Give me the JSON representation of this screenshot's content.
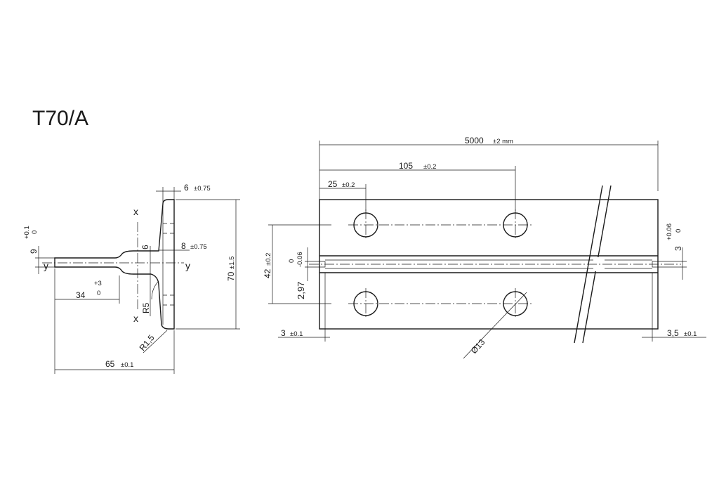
{
  "title": "T70/A",
  "profile": {
    "axis_x_top": "x",
    "axis_x_bottom": "x",
    "axis_y_left": "y",
    "axis_y_right": "y",
    "dim_head_thickness": "6",
    "dim_head_thickness_tol": "±0.75",
    "dim_web_thickness": "8",
    "dim_web_thickness_tol": "±0.75",
    "dim_web_inner": "6",
    "dim_blade_height": "70",
    "dim_blade_height_tol": "±1.5",
    "dim_foot": "9",
    "dim_foot_tol_plus": "+0.1",
    "dim_foot_tol_minus": "0",
    "dim_34": "34",
    "dim_34_tol_plus": "+3",
    "dim_34_tol_minus": "0",
    "dim_r5": "R5",
    "dim_r15": "R1,5",
    "dim_65": "65",
    "dim_65_tol": "±0.1"
  },
  "side_view": {
    "dim_length": "5000",
    "dim_length_tol": "±2 mm",
    "dim_105": "105",
    "dim_105_tol": "±0.2",
    "dim_25": "25",
    "dim_25_tol": "±0.2",
    "dim_42": "42",
    "dim_42_tol": "±0.2",
    "dim_297": "2,97",
    "dim_297_tol_plus": "0",
    "dim_297_tol_minus": "-0.06",
    "dim_3_right": "3",
    "dim_3_right_tol_plus": "+0.06",
    "dim_3_right_tol_minus": "0",
    "dim_3_left": "3",
    "dim_3_left_tol": "±0.1",
    "dim_35": "3,5",
    "dim_35_tol": "±0.1",
    "dim_hole": "Ø13"
  }
}
